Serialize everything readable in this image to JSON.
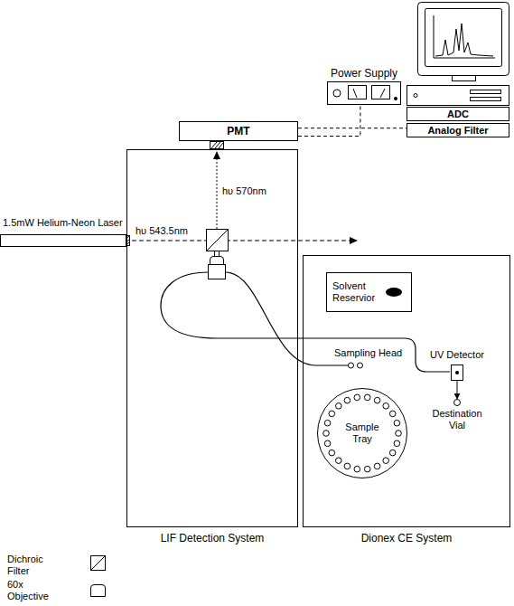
{
  "diagram": {
    "nodes": [
      {
        "text": [
          "Power Supply"
        ]
      },
      {
        "text": [
          "PMT"
        ]
      },
      {
        "text": [
          "ADC"
        ]
      },
      {
        "text": [
          "Analog Filter"
        ]
      },
      {
        "text": [
          "1.5mW Helium-Neon Laser"
        ]
      },
      {
        "text": [
          "LIF Detection System"
        ]
      },
      {
        "text": [
          "Dionex CE System"
        ]
      },
      {
        "text": [
          "Solvent Reservior"
        ],
        "in": 6
      },
      {
        "text": [
          "Sample Tray"
        ],
        "in": 6
      },
      {
        "text": [
          "UV Detector"
        ],
        "in": 6
      },
      {
        "text": [
          "Destination Vial"
        ],
        "in": 6
      }
    ],
    "edges": [
      {
        "from": 1,
        "to": 0,
        "arrow": "none"
      },
      {
        "from": 1,
        "to": 3,
        "arrow": "none"
      },
      {
        "from": 9,
        "to": 10,
        "arrow": "to"
      }
    ],
    "labels": [
      "hυ 570nm",
      "hυ 543.5nm",
      "Sampling Head"
    ],
    "legend": [
      {
        "text": "Dichroic Filter"
      },
      {
        "text": "60x Objective"
      }
    ]
  }
}
